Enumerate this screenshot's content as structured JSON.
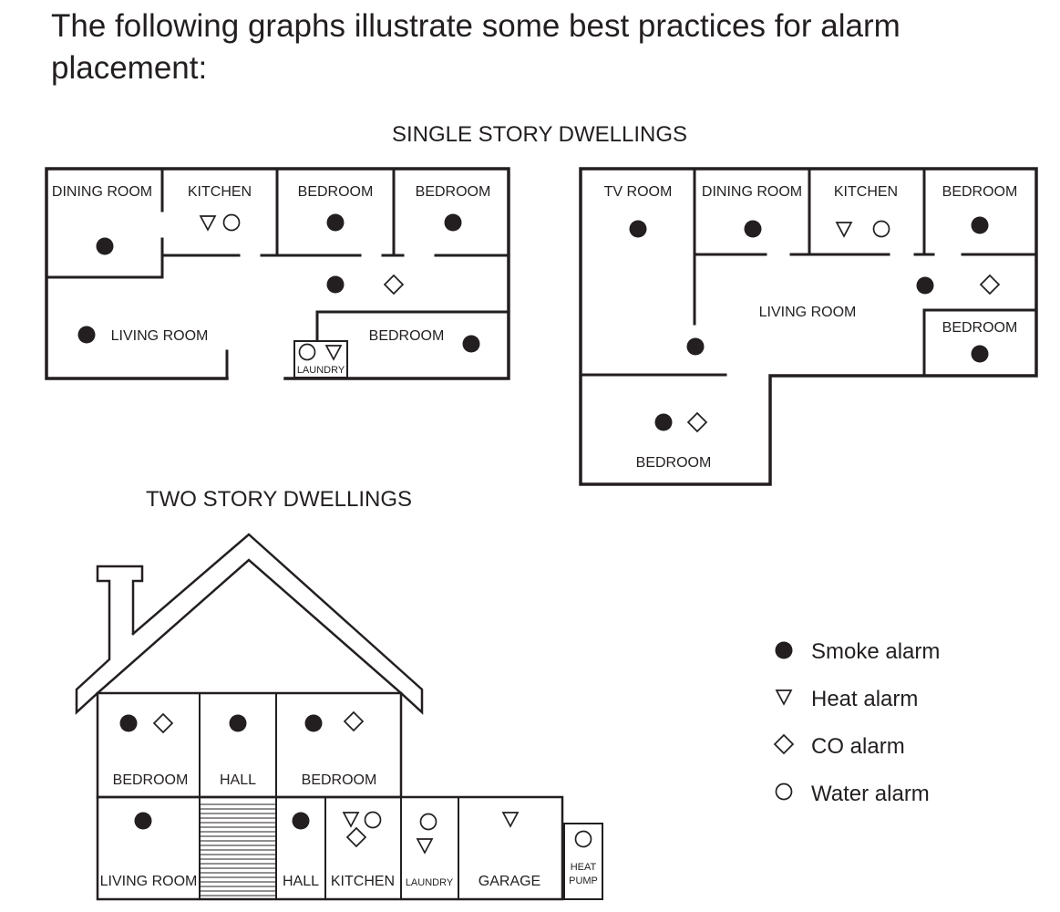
{
  "intro_text": "The following graphs illustrate some best practices for alarm placement:",
  "single_story": {
    "title": "SINGLE STORY DWELLINGS",
    "plan_a_rooms": {
      "dining_room": "DINING ROOM",
      "kitchen": "KITCHEN",
      "bedroom_1": "BEDROOM",
      "bedroom_2": "BEDROOM",
      "living_room": "LIVING ROOM",
      "bedroom_3": "BEDROOM",
      "laundry": "LAUNDRY"
    },
    "plan_b_rooms": {
      "tv_room": "TV ROOM",
      "dining_room": "DINING ROOM",
      "kitchen": "KITCHEN",
      "bedroom_1": "BEDROOM",
      "living_room": "LIVING ROOM",
      "bedroom_2": "BEDROOM",
      "bedroom_3": "BEDROOM"
    }
  },
  "two_story": {
    "title": "TWO STORY DWELLINGS",
    "rooms": {
      "upper_bedroom_1": "BEDROOM",
      "upper_hall": "HALL",
      "upper_bedroom_2": "BEDROOM",
      "living_room": "LIVING ROOM",
      "lower_hall": "HALL",
      "kitchen": "KITCHEN",
      "laundry": "LAUNDRY",
      "garage": "GARAGE",
      "heat_pump_line1": "HEAT",
      "heat_pump_line2": "PUMP"
    }
  },
  "legend": {
    "smoke": "Smoke alarm",
    "heat": "Heat alarm",
    "co": "CO alarm",
    "water": "Water alarm"
  },
  "icons": {
    "smoke": "filled-circle-icon",
    "heat": "down-triangle-icon",
    "co": "diamond-icon",
    "water": "open-circle-icon"
  },
  "colors": {
    "ink": "#231f20",
    "background": "#ffffff"
  }
}
